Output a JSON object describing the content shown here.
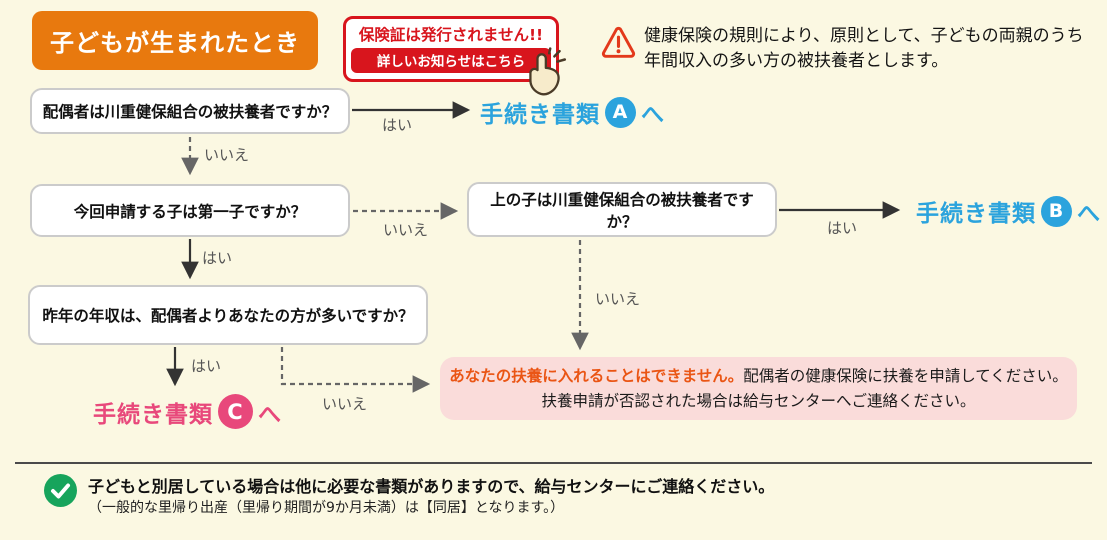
{
  "page": {
    "background": "#FBF8E2"
  },
  "header": {
    "title": "子どもが生まれたとき"
  },
  "callout": {
    "title": "保険証は発行されません!!",
    "link": "詳しいお知らせはこちら"
  },
  "notice": {
    "line1": "健康保険の規則により、原則として、子どもの両親のうち",
    "line2": "年間収入の多い方の被扶養者とします。"
  },
  "flow": {
    "labels": {
      "yes": "はい",
      "no": "いいえ"
    },
    "questions": {
      "spouse_dependent": "配偶者は川重健保組合の被扶養者ですか？",
      "first_child": "今回申請する子は第一子ですか？",
      "income_higher": "昨年の年収は、配偶者よりあなたの方が多いですか？",
      "elder_child_dependent": "上の子は川重健保組合の被扶養者ですか？"
    },
    "docs": {
      "prefix": "手続き書類",
      "suffix": "へ",
      "a": "A",
      "b": "B",
      "c": "C"
    },
    "result": {
      "highlight": "あなたの扶養に入れることはできません。",
      "text1": "配偶者の健康保険に扶養を申請してください。",
      "text2": "扶養申請が否認された場合は給与センターへご連絡ください。"
    }
  },
  "footer": {
    "line1": "子どもと別居している場合は他に必要な書類がありますので、給与センターにご連絡ください。",
    "line2": "（一般的な里帰り出産（里帰り期間が9か月未満）は【同居】となります。）"
  },
  "colors": {
    "header_orange": "#E8790E",
    "alert_red": "#D8151D",
    "doc_blue": "#2BA3DD",
    "doc_pink": "#E8487B",
    "result_bg": "#FADCDA",
    "result_highlight": "#EA5514",
    "check_green": "#17A45C"
  }
}
